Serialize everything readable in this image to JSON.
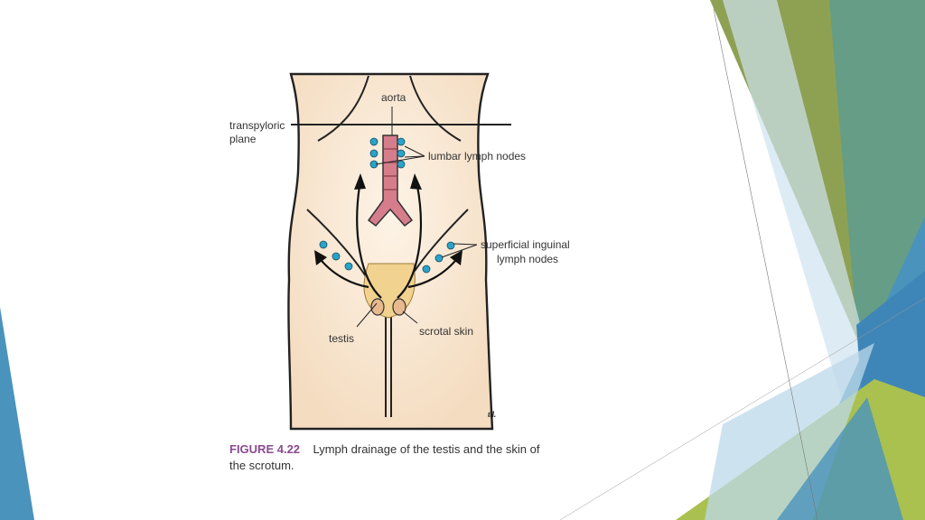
{
  "figure": {
    "labels": {
      "aorta": "aorta",
      "transpyloric_1": "transpyloric",
      "transpyloric_2": "plane",
      "lumbar": "lumbar lymph nodes",
      "inguinal_1": "superficial inguinal",
      "inguinal_2": "lymph nodes",
      "testis": "testis",
      "scrotal": "scrotal skin",
      "signature": "td."
    },
    "caption": {
      "number": "FIGURE 4.22",
      "line1": "Lymph drainage of the testis and the skin of",
      "line2": "the scrotum."
    }
  },
  "colors": {
    "skin": "#fbeedd",
    "aorta": "#d67d8c",
    "node": "#2aa3c8",
    "scrotum": "#f1d28f",
    "caption_accent": "#8a4a8e",
    "accent_blue": "#4a93bd",
    "accent_olive": "#8ea153",
    "accent_lime": "#aac14f",
    "accent_pale_blue": "#bcd8ea"
  }
}
